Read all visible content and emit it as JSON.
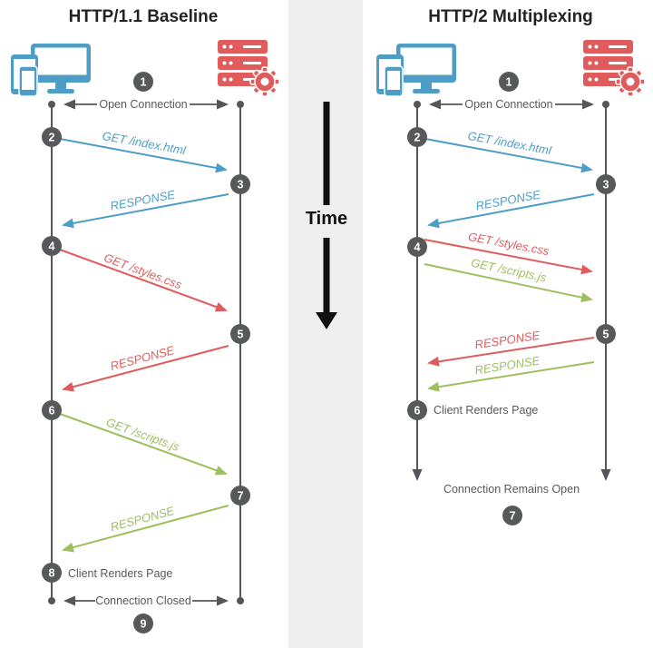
{
  "left_panel": {
    "title": "HTTP/1.1 Baseline",
    "open_connection_label": "Open Connection",
    "messages": [
      {
        "label": "GET /index.html",
        "color": "#4d9dc6"
      },
      {
        "label": "RESPONSE",
        "color": "#4d9dc6"
      },
      {
        "label": "GET /styles.css",
        "color": "#e05c5c"
      },
      {
        "label": "RESPONSE",
        "color": "#e05c5c"
      },
      {
        "label": "GET /scripts.js",
        "color": "#9fbf5f"
      },
      {
        "label": "RESPONSE",
        "color": "#9fbf5f"
      }
    ],
    "client_renders_label": "Client Renders Page",
    "connection_closed_label": "Connection Closed",
    "steps": [
      "1",
      "2",
      "3",
      "4",
      "5",
      "6",
      "7",
      "8",
      "9"
    ]
  },
  "right_panel": {
    "title": "HTTP/2 Multiplexing",
    "open_connection_label": "Open Connection",
    "messages": [
      {
        "label": "GET /index.html",
        "color": "#4d9dc6"
      },
      {
        "label": "RESPONSE",
        "color": "#4d9dc6"
      },
      {
        "label": "GET /styles.css",
        "color": "#e05c5c"
      },
      {
        "label": "GET /scripts.js",
        "color": "#9fbf5f"
      },
      {
        "label": "RESPONSE",
        "color": "#e05c5c"
      },
      {
        "label": "RESPONSE",
        "color": "#9fbf5f"
      }
    ],
    "client_renders_label": "Client Renders Page",
    "connection_remains_open_label": "Connection Remains Open",
    "steps": [
      "1",
      "2",
      "3",
      "4",
      "5",
      "6",
      "7"
    ]
  },
  "timeline": {
    "label": "Time"
  },
  "palette": {
    "blue": "#4d9dc6",
    "red": "#e05c5c",
    "green": "#9fbf5f",
    "dark_gray": "#58595b",
    "circle_gray": "#57585a",
    "band_gray": "#efeff0"
  }
}
